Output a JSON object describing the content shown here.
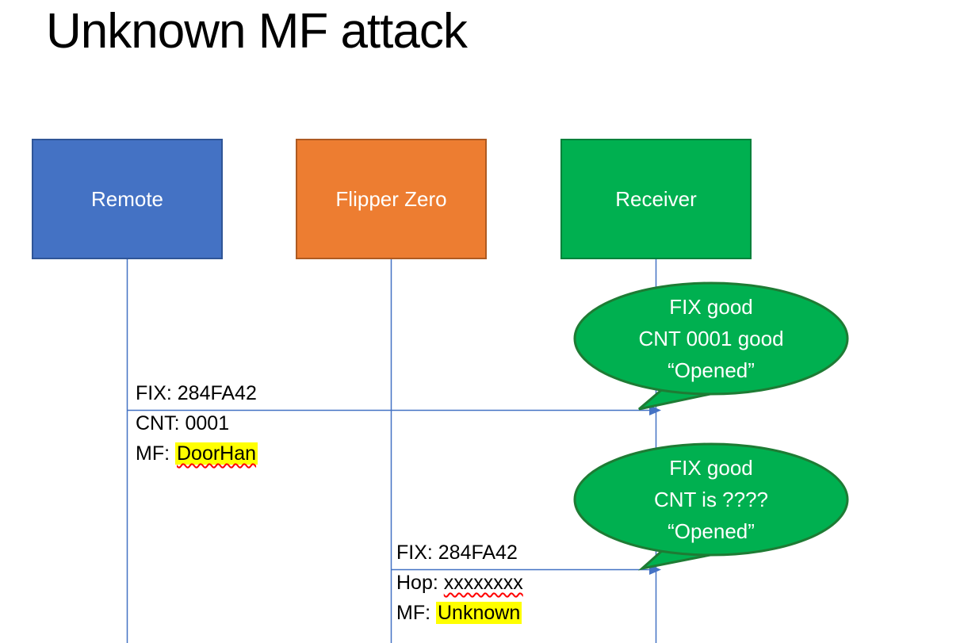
{
  "diagram": {
    "title": "Unknown MF attack"
  },
  "actors": [
    {
      "id": "remote",
      "label": "Remote",
      "fill": "#4472C4",
      "border": "#2F5597"
    },
    {
      "id": "flipper",
      "label": "Flipper Zero",
      "fill": "#ED7D31",
      "border": "#AE5A21"
    },
    {
      "id": "receiver",
      "label": "Receiver",
      "fill": "#00B050",
      "border": "#00813B"
    }
  ],
  "message1": {
    "from": "Remote",
    "to": "Receiver",
    "line1": "FIX: 284FA42",
    "line2": "CNT: 0001",
    "line3_prefix": "MF: ",
    "line3_value": "DoorHan"
  },
  "message2": {
    "from": "Flipper Zero",
    "to": "Receiver",
    "line1": "FIX: 284FA42",
    "line2_prefix": "Hop: ",
    "line2_value": "xxxxxxxx",
    "line3_prefix": "MF: ",
    "line3_value": "Unknown"
  },
  "callout1": {
    "line1": "FIX good",
    "line2": "CNT 0001 good",
    "line3": "“Opened”"
  },
  "callout2": {
    "line1": "FIX good",
    "line2": "CNT is ????",
    "line3": "“Opened”"
  },
  "colors": {
    "lifeline_and_arrows": "#4472C4",
    "callout_fill": "#00B050",
    "callout_border": "#1E7B34",
    "highlight": "#FFFF00",
    "spellcheck_underline": "#FF0000",
    "title_text": "#000000",
    "actor_text": "#FFFFFF"
  }
}
